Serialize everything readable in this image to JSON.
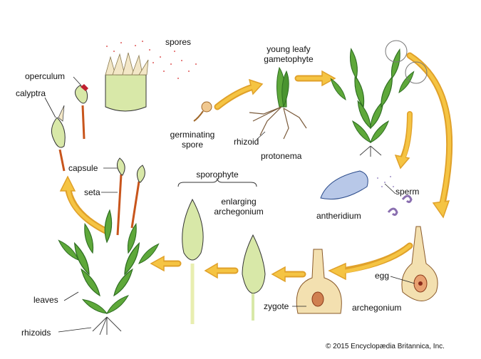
{
  "title": "Moss life cycle",
  "labels": {
    "spores": "spores",
    "young_leafy_gametophyte_1": "young leafy",
    "young_leafy_gametophyte_2": "gametophyte",
    "operculum": "operculum",
    "calyptra": "calyptra",
    "germinating_spore_1": "germinating",
    "germinating_spore_2": "spore",
    "rhizoid": "rhizoid",
    "protonema": "protonema",
    "capsule": "capsule",
    "seta": "seta",
    "sporophyte": "sporophyte",
    "enlarging_archegonium_1": "enlarging",
    "enlarging_archegonium_2": "archegonium",
    "sperm": "sperm",
    "antheridium": "antheridium",
    "leaves": "leaves",
    "rhizoids": "rhizoids",
    "zygote": "zygote",
    "egg": "egg",
    "archegonium": "archegonium"
  },
  "copyright": "© 2015 Encyclopædia Britannica, Inc.",
  "colors": {
    "arrow_fill": "#f5c443",
    "arrow_stroke": "#e0a12a",
    "leaf": "#5ea83a",
    "leaf_dark": "#2f6e22",
    "capsule": "#d8e8a8",
    "seta": "#c8551c",
    "sperm": "#8a6fb0"
  }
}
